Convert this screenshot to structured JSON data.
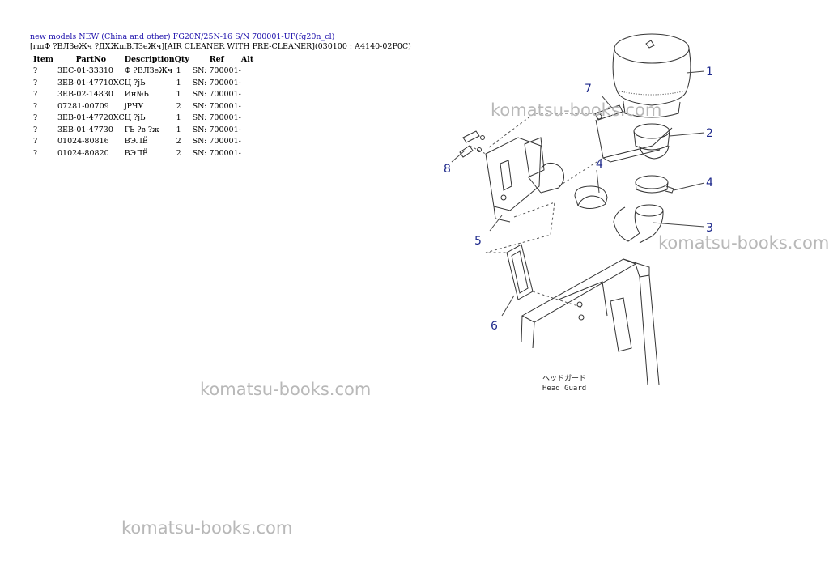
{
  "breadcrumbs": [
    {
      "label": "new models"
    },
    {
      "label": "NEW (China and other)"
    },
    {
      "label": "FG20N/25N-16 S/N 700001-UP(fg20n_cl)"
    }
  ],
  "document_title": "[гшФ ?ВЛЗеЖч ?ДХЖшВЛЗеЖч][AIR CLEANER WITH PRE-CLEANER](030100 : A4140-02P0C)",
  "table": {
    "headers": {
      "item": "Item",
      "part_no": "PartNo",
      "description": "Description",
      "qty": "Qty",
      "ref": "Ref",
      "alt": "Alt"
    },
    "rows": [
      {
        "item": "?",
        "part_no": "3EC-01-33310",
        "description": "Ф ?ВЛЗеЖч",
        "qty": "1",
        "ref": "SN: 700001-",
        "alt": ""
      },
      {
        "item": "?",
        "part_no": "3EB-01-47710XC",
        "description": "Ц ?јЬ",
        "qty": "1",
        "ref": "SN: 700001-",
        "alt": ""
      },
      {
        "item": "?",
        "part_no": "3EB-02-14830",
        "description": "Ин№Ь",
        "qty": "1",
        "ref": "SN: 700001-",
        "alt": ""
      },
      {
        "item": "?",
        "part_no": "07281-00709",
        "description": "јРЧУ",
        "qty": "2",
        "ref": "SN: 700001-",
        "alt": ""
      },
      {
        "item": "?",
        "part_no": "3EB-01-47720XC",
        "description": "Ц ?јЬ",
        "qty": "1",
        "ref": "SN: 700001-",
        "alt": ""
      },
      {
        "item": "?",
        "part_no": "3EB-01-47730",
        "description": "ГЬ ?в ?ж",
        "qty": "1",
        "ref": "SN: 700001-",
        "alt": ""
      },
      {
        "item": "?",
        "part_no": "01024-80816",
        "description": "ВЭЛЁ",
        "qty": "2",
        "ref": "SN: 700001-",
        "alt": ""
      },
      {
        "item": "?",
        "part_no": "01024-80820",
        "description": "ВЭЛЁ",
        "qty": "2",
        "ref": "SN: 700001-",
        "alt": ""
      }
    ]
  },
  "watermarks": [
    "komatsu-books.com",
    "komatsu-books.com",
    "komatsu-books.com",
    "komatsu-books.com"
  ],
  "diagram": {
    "callouts": [
      "1",
      "2",
      "3",
      "4",
      "4",
      "5",
      "6",
      "7",
      "8"
    ],
    "caption_jp": "ヘッドガード",
    "caption_en": "Head Guard",
    "callout_color": "#1f2a8c"
  }
}
